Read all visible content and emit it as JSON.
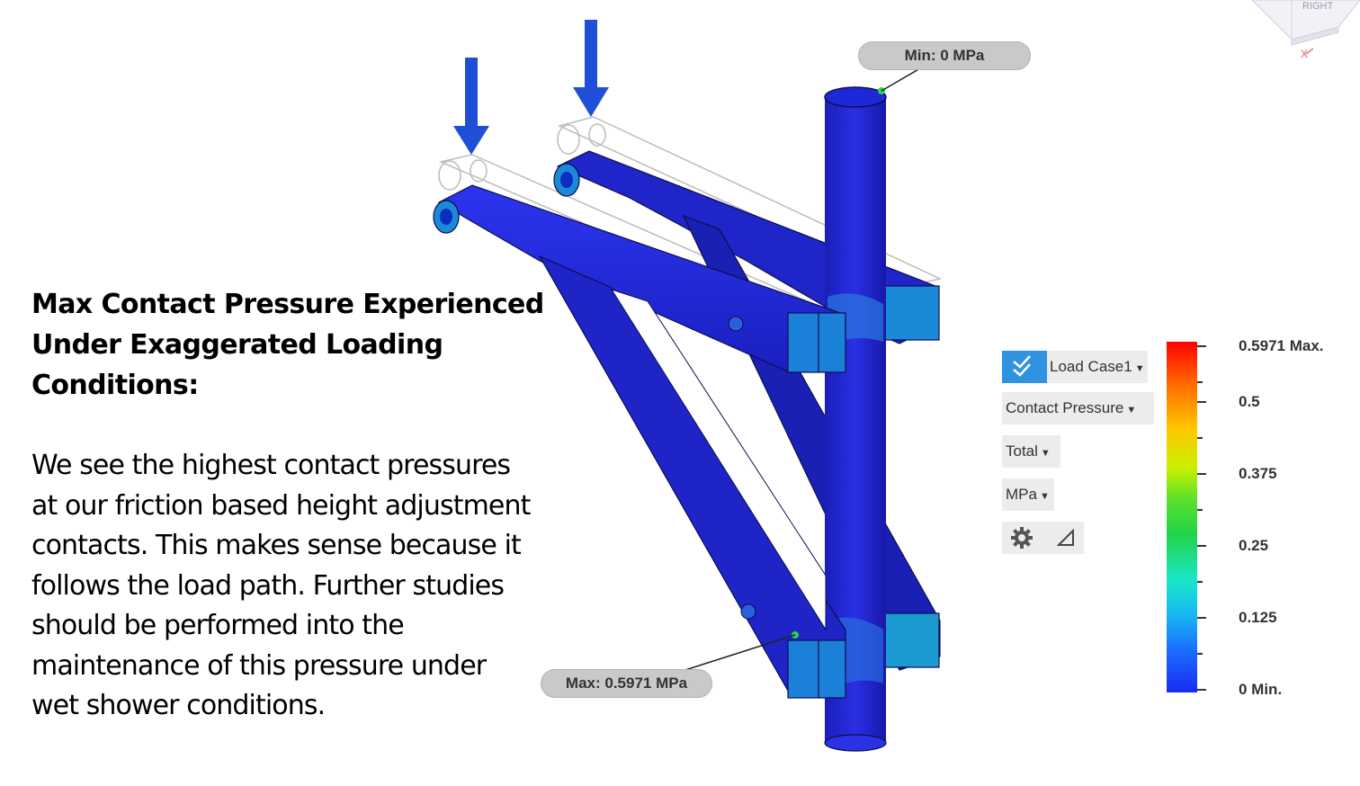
{
  "slide": {
    "heading_lines": [
      "Max Contact Pressure Experienced",
      "Under Exaggerated Loading",
      "Conditions:"
    ],
    "body_lines": [
      "We see the highest contact pressures",
      "at our friction based height adjustment",
      "contacts. This makes sense because it",
      "follows the load path. Further studies",
      "should be performed into the",
      "maintenance of this pressure under",
      "wet shower conditions."
    ]
  },
  "annotations": {
    "min_label": "Min: 0 MPa",
    "max_label": "Max: 0.5971 MPa"
  },
  "results_panel": {
    "load_case": "Load Case1",
    "result_type": "Contact Pressure",
    "component": "Total",
    "units": "MPa",
    "icons": [
      "check-icon",
      "gear-icon",
      "probe-icon"
    ]
  },
  "legend": {
    "labels": [
      "0.5971 Max.",
      "0.5",
      "0.375",
      "0.25",
      "0.125",
      "0 Min."
    ],
    "max_value": 0.5971,
    "min_value": 0,
    "colors": [
      "#ff0000",
      "#ffc800",
      "#22d34a",
      "#18bdf0",
      "#1a2cf0"
    ]
  },
  "viewcube": {
    "visible_text": [
      "RIGHT",
      "X"
    ]
  }
}
